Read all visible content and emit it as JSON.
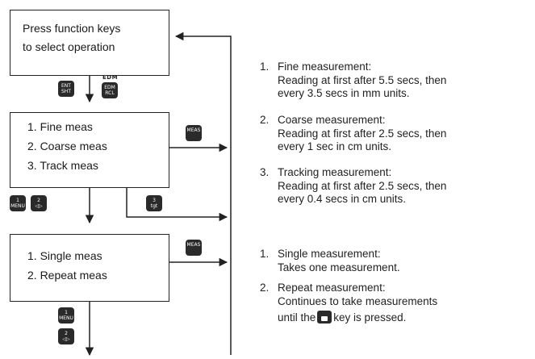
{
  "boxes": {
    "top": {
      "lines": [
        "Press function keys",
        "to select operation"
      ]
    },
    "mode": {
      "lines": [
        "1.  Fine meas",
        "2.  Coarse meas",
        "3.  Track meas"
      ]
    },
    "repeat": {
      "lines": [
        "1.  Single meas",
        "2.  Repeat meas"
      ]
    }
  },
  "keys": {
    "ent_sht": {
      "k1": "ENT",
      "k2": "SHT"
    },
    "edm_rcl": {
      "caption": "EDM",
      "k1": "EDM",
      "k2": "RCL"
    },
    "meas_mode": {
      "k1": "MEAS",
      "k2": ""
    },
    "menu": {
      "k1": "1",
      "k2": "MENU"
    },
    "page": {
      "k1": "2",
      "k2": "◁▷"
    },
    "tgt": {
      "k1": "3",
      "k2": "tgt"
    },
    "meas_mode2": {
      "k1": "MEAS",
      "k2": ""
    },
    "menu2": {
      "k1": "1",
      "k2": "MENU"
    },
    "page2": {
      "k1": "2",
      "k2": "◁▷"
    }
  },
  "descriptions": [
    {
      "num": "1.",
      "lines": [
        "Fine measurement:",
        "Reading at first after 5.5 secs, then",
        "every 3.5 secs in mm units."
      ]
    },
    {
      "num": "2.",
      "lines": [
        "Coarse measurement:",
        "Reading at first after 2.5 secs, then",
        "every 1 sec in cm units."
      ]
    },
    {
      "num": "3.",
      "lines": [
        "Tracking measurement:",
        "Reading at first after 2.5 secs, then",
        "every 0.4 secs in cm units."
      ]
    },
    {
      "num": "1.",
      "lines": [
        "Single measurement:",
        "Takes one measurement."
      ]
    },
    {
      "num": "2.",
      "lines": [
        "Repeat measurement:",
        "Continues to take measurements"
      ],
      "last_line_pre": "until the",
      "last_line_post": "key is pressed."
    }
  ]
}
